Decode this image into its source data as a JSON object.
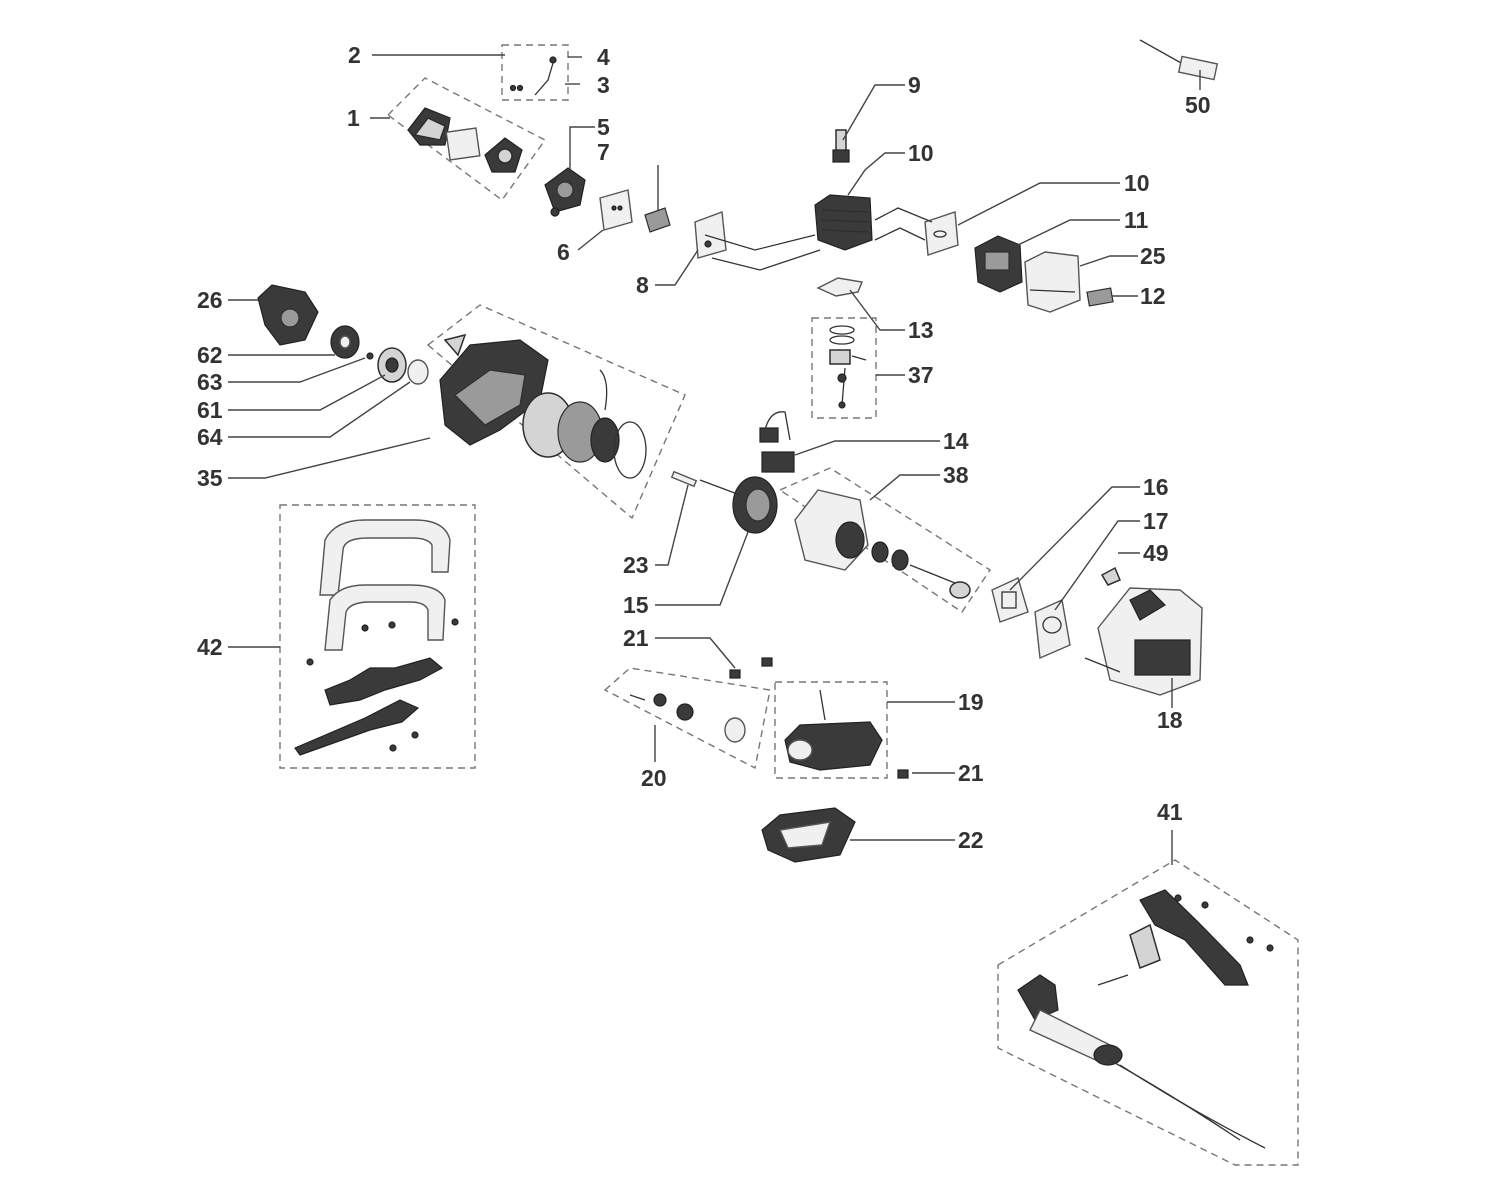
{
  "labels": [
    "1",
    "2",
    "3",
    "4",
    "5",
    "7",
    "6",
    "8",
    "9",
    "10",
    "10",
    "11",
    "25",
    "12",
    "13",
    "37",
    "50",
    "26",
    "62",
    "63",
    "61",
    "64",
    "35",
    "14",
    "38",
    "16",
    "17",
    "49",
    "18",
    "23",
    "15",
    "42",
    "21",
    "19",
    "21",
    "20",
    "22",
    "41"
  ]
}
